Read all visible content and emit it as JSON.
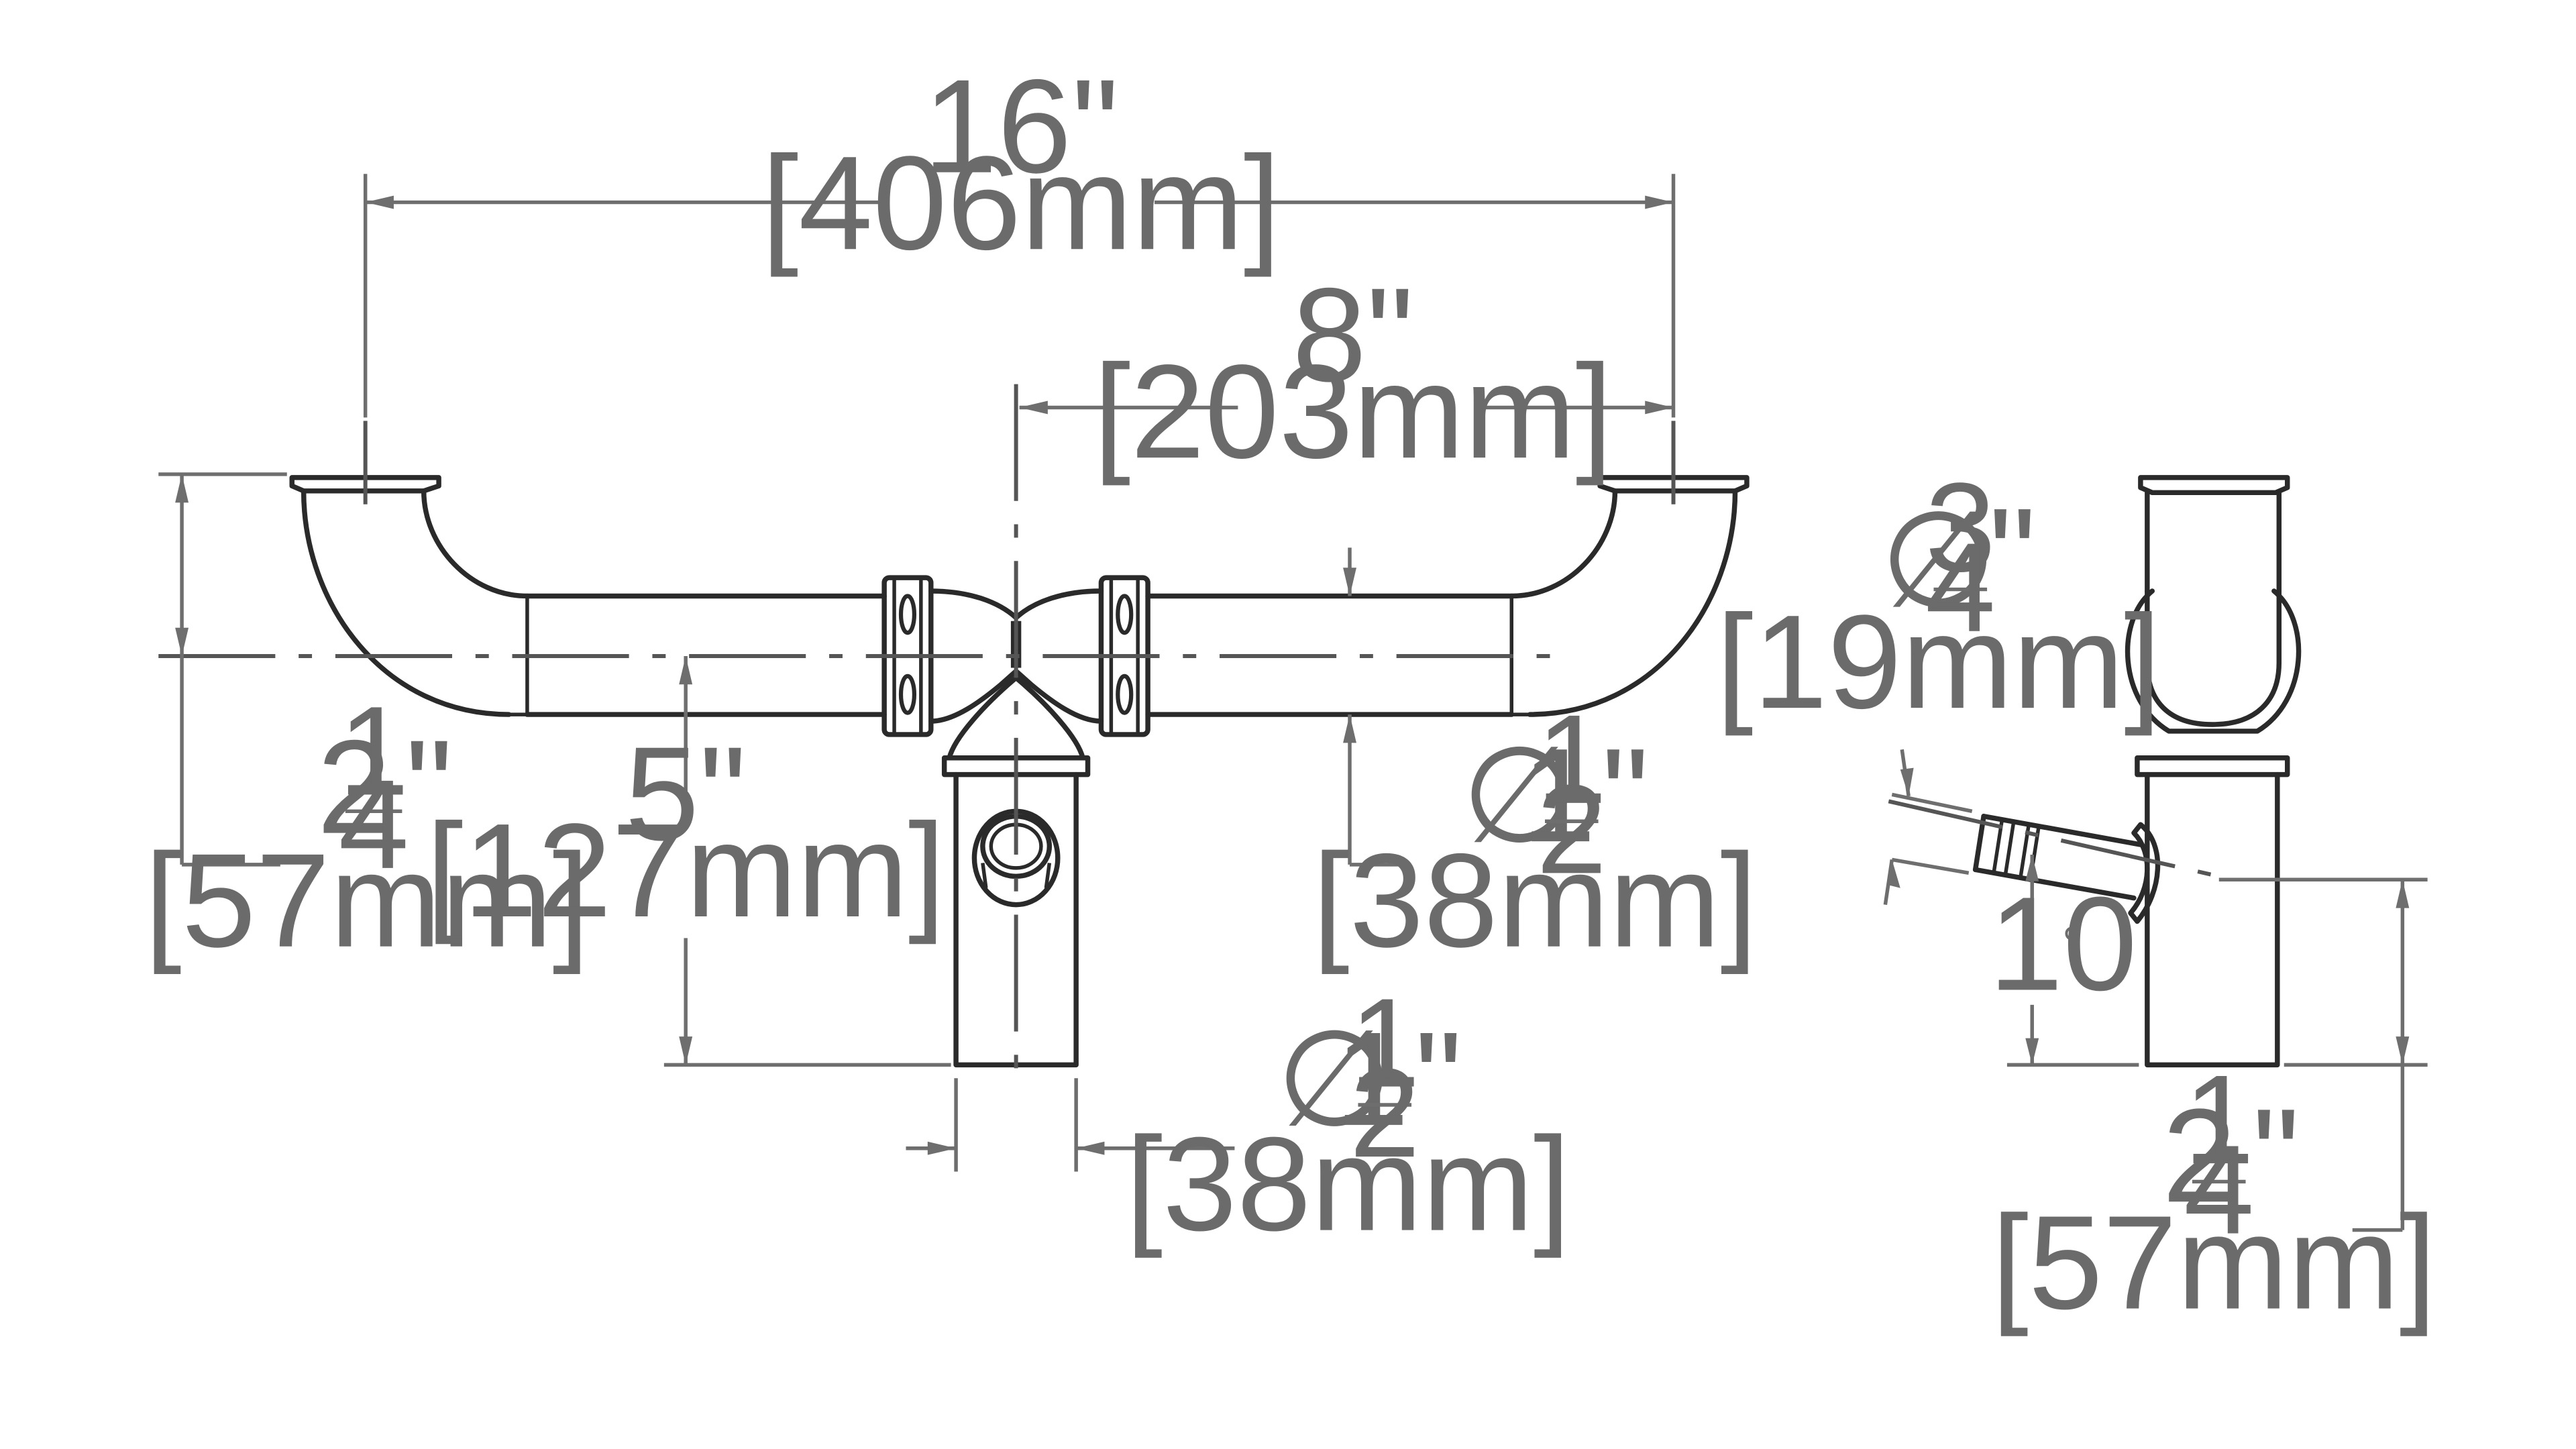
{
  "dimensions": {
    "overall_width": {
      "imperial": "16\"",
      "metric": "[406mm]"
    },
    "center_to_outlet": {
      "imperial": "8\"",
      "metric": "[203mm]"
    },
    "inlet_drop": {
      "whole": "2",
      "numerator": "1",
      "denominator": "4",
      "unit": "\"",
      "metric": "[57mm]"
    },
    "outlet_depth": {
      "imperial": "5\"",
      "metric": "[127mm]"
    },
    "pipe_diameter": {
      "symbol": "∅",
      "whole": "1",
      "numerator": "1",
      "denominator": "2",
      "unit": "\"",
      "metric": "[38mm]"
    },
    "tail_diameter": {
      "symbol": "∅",
      "whole": "1",
      "numerator": "1",
      "denominator": "2",
      "unit": "\"",
      "metric": "[38mm]"
    },
    "side_inlet_diameter": {
      "symbol": "∅",
      "numerator": "3",
      "denominator": "4",
      "unit": "\"",
      "metric": "[19mm]"
    },
    "side_inlet_angle": {
      "value": "10",
      "unit": "°"
    },
    "side_inlet_height": {
      "whole": "2",
      "numerator": "1",
      "denominator": "4",
      "unit": "\"",
      "metric": "[57mm]"
    }
  }
}
